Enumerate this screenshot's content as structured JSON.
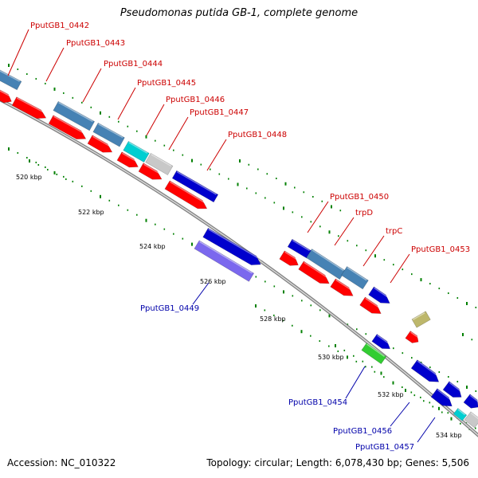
{
  "title": "Pseudomonas putida GB-1, complete genome",
  "footer": {
    "accession": "Accession: NC_010322",
    "summary": "Topology: circular; Length: 6,078,430 bp; Genes: 5,506"
  },
  "colors": {
    "forward_gene": "#4682b4",
    "forward_cds": "#ff0000",
    "reverse_gene": "#0000cd",
    "reverse_cds": "#7b68ee",
    "backbone": "#808080",
    "tick": "#008000",
    "label_forward": "#cc0000",
    "label_reverse": "#0000aa",
    "rna": "#00ced1",
    "other": "#c8c8c8",
    "misc_feature": "#32cd32",
    "repeat": "#bdb76b"
  },
  "scale": {
    "ticks": [
      "520 kbp",
      "522 kbp",
      "524 kbp",
      "526 kbp",
      "528 kbp",
      "530 kbp",
      "532 kbp",
      "534 kbp"
    ]
  },
  "gene_labels": {
    "forward": [
      "PputGB1_0442",
      "PputGB1_0443",
      "PputGB1_0444",
      "PputGB1_0445",
      "PputGB1_0446",
      "PputGB1_0447",
      "PputGB1_0448",
      "PputGB1_0450",
      "trpD",
      "trpC",
      "PputGB1_0453"
    ],
    "reverse": [
      "PputGB1_0449",
      "PputGB1_0454",
      "PputGB1_0456",
      "PputGB1_0457"
    ]
  }
}
